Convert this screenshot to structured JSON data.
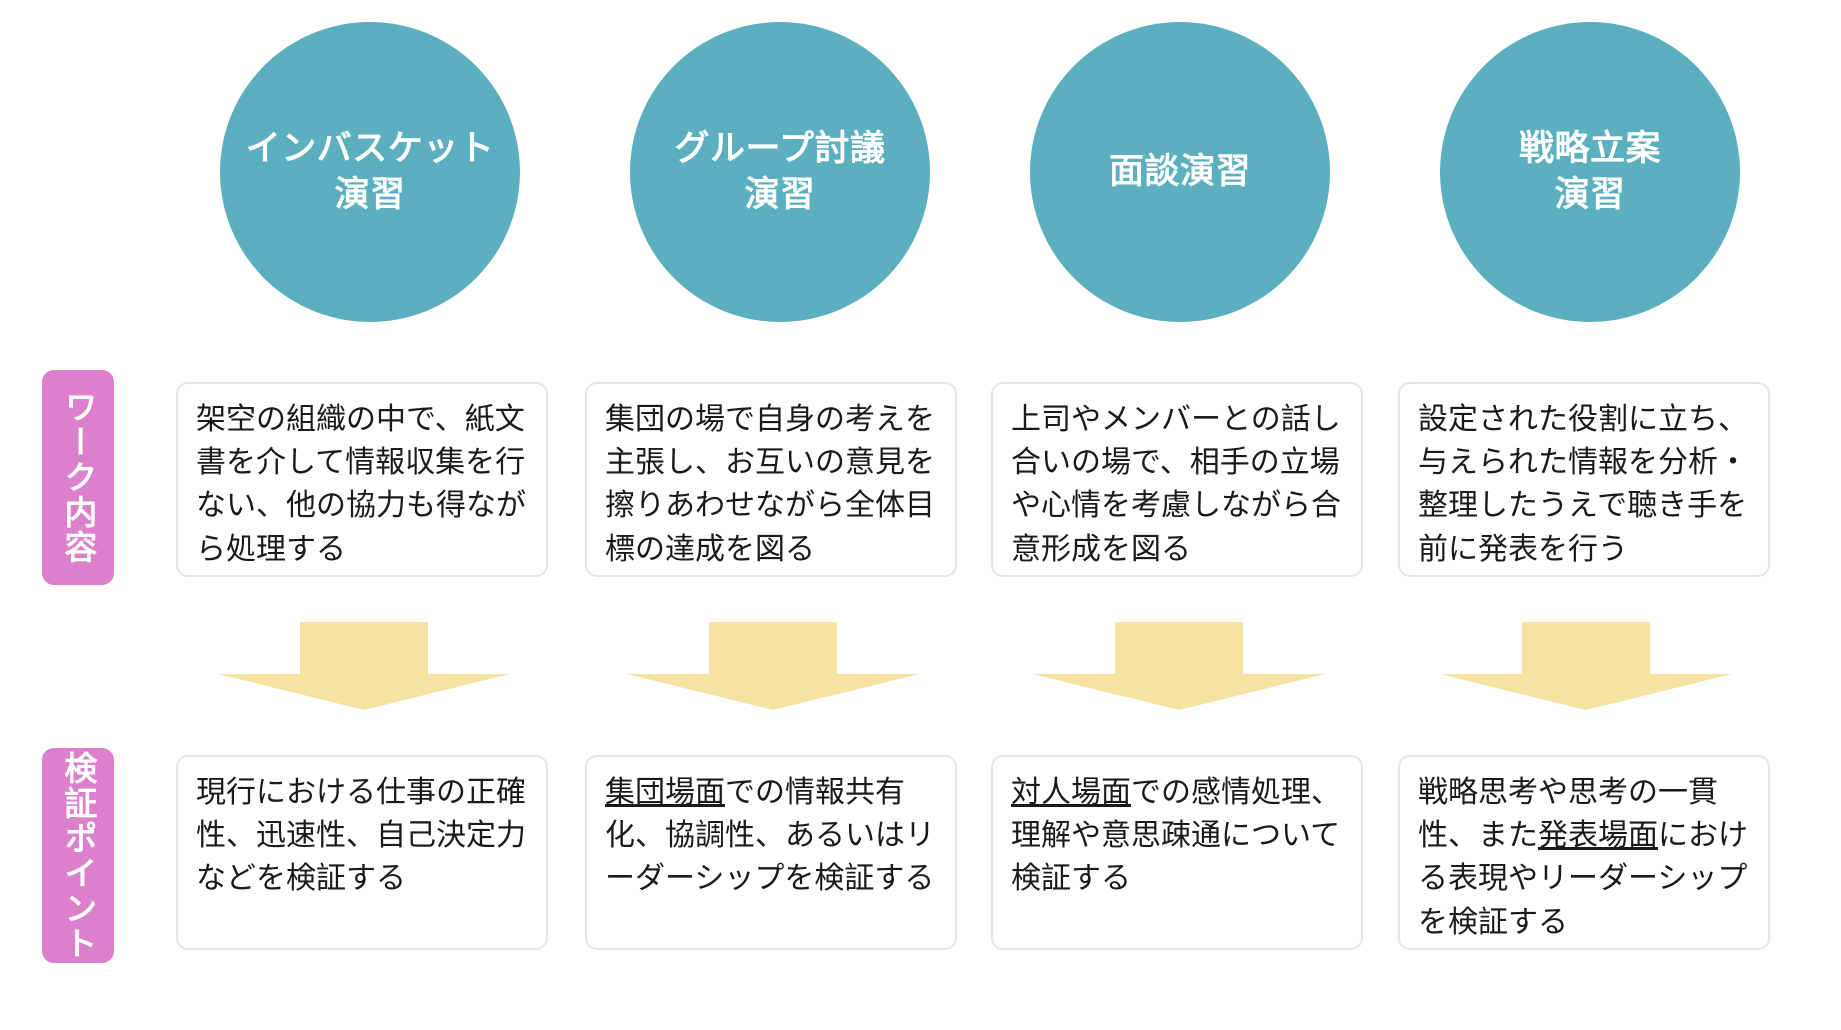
{
  "theme": {
    "circle_color": "#5BAFBE",
    "side_label_color": "#DD80CC",
    "arrow_color": "#F7E3A1",
    "card_border_color": "#E6E6E6",
    "background": "#FFFFFF",
    "circle_text_color": "#FFFFFF",
    "card_text_color": "#1A1A1A"
  },
  "row_labels": [
    {
      "id": "work-content",
      "text": "ワーク内容"
    },
    {
      "id": "check-point",
      "text": "検証ポイント"
    }
  ],
  "columns": [
    {
      "id": "in-basket",
      "circle_title": "インバスケット\n演習",
      "work_content": "架空の組織の中で、紙文書を介して情報収集を行ない、他の協力も得ながら処理する",
      "check_point_html": "現行における仕事の正確性、迅速性、自己決定力などを検証する"
    },
    {
      "id": "group-discussion",
      "circle_title": "グループ討議\n演習",
      "work_content": "集団の場で自身の考えを主張し、お互いの意見を擦りあわせながら全体目標の達成を図る",
      "check_point_html": "<u>集団場面</u>での情報共有化、協調性、あるいはリーダーシップを検証する"
    },
    {
      "id": "interview",
      "circle_title": "面談演習",
      "work_content": "上司やメンバーとの話し合いの場で、相手の立場や心情を考慮しながら合意形成を図る",
      "check_point_html": "<u>対人場面</u>での感情処理、理解や意思疎通について検証する"
    },
    {
      "id": "strategy-planning",
      "circle_title": "戦略立案\n演習",
      "work_content": "設定された役割に立ち、与えられた情報を分析・整理したうえで聴き手を前に発表を行う",
      "check_point_html": "戦略思考や思考の一貫性、また<u>発表場面</u>における表現やリーダーシップを検証する"
    }
  ],
  "arrows": [
    {
      "id": "arrow-1",
      "direction": "down"
    },
    {
      "id": "arrow-2",
      "direction": "down"
    },
    {
      "id": "arrow-3",
      "direction": "down"
    },
    {
      "id": "arrow-4",
      "direction": "down"
    }
  ]
}
